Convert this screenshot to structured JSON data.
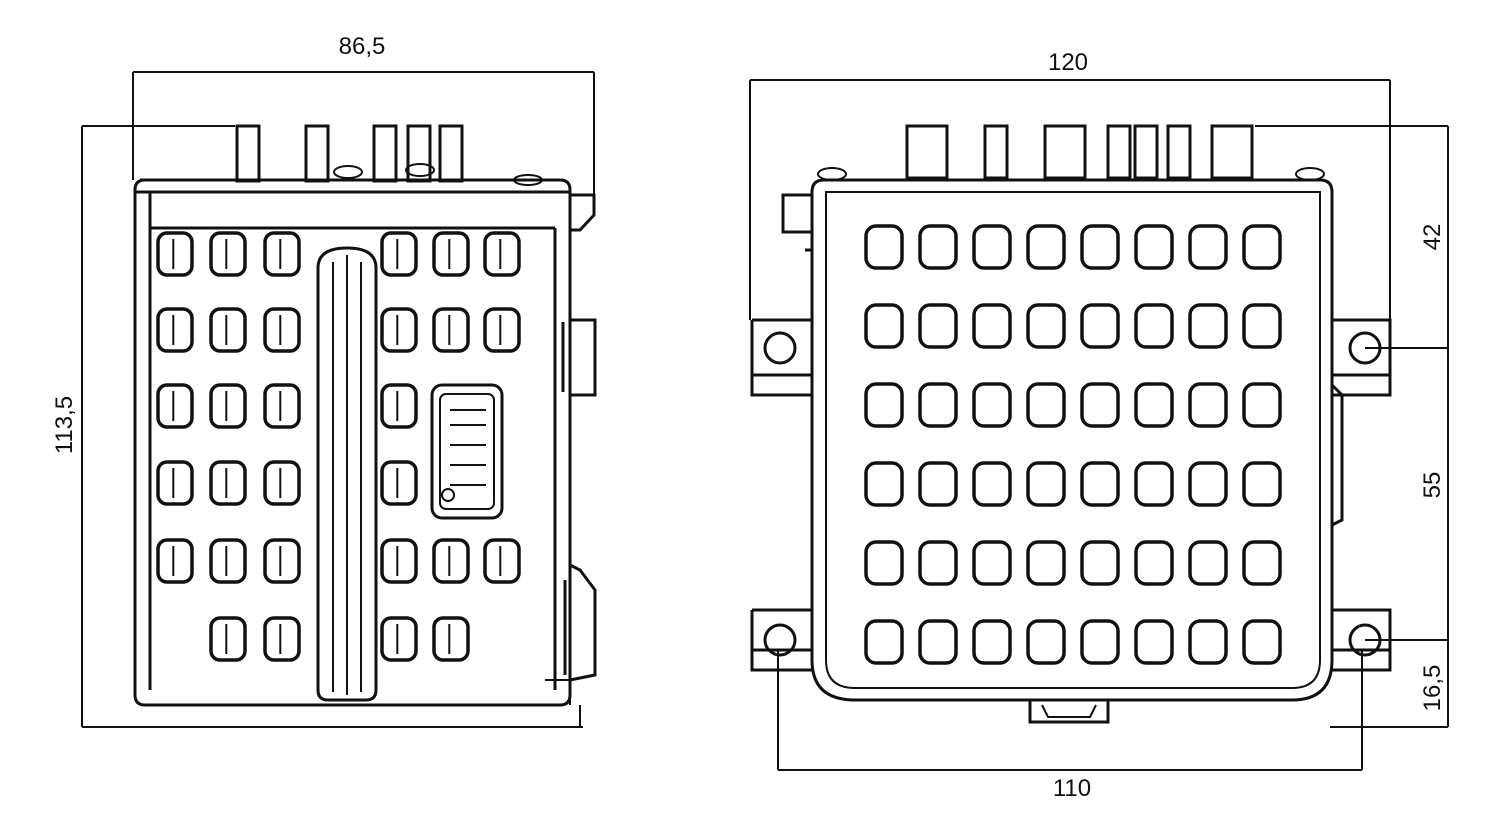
{
  "colors": {
    "line": "#111111",
    "background": "#ffffff"
  },
  "left_view": {
    "width_label": "86,5",
    "height_label": "113,5",
    "cells_left_rows": 6,
    "cells_right_rows": 6
  },
  "right_view": {
    "width_top_label": "120",
    "width_bottom_label": "110",
    "right_dim_top_label": "42",
    "right_dim_mid_label": "55",
    "right_dim_bottom_label": "16,5",
    "cell_rows": 6,
    "cell_cols": 8
  }
}
